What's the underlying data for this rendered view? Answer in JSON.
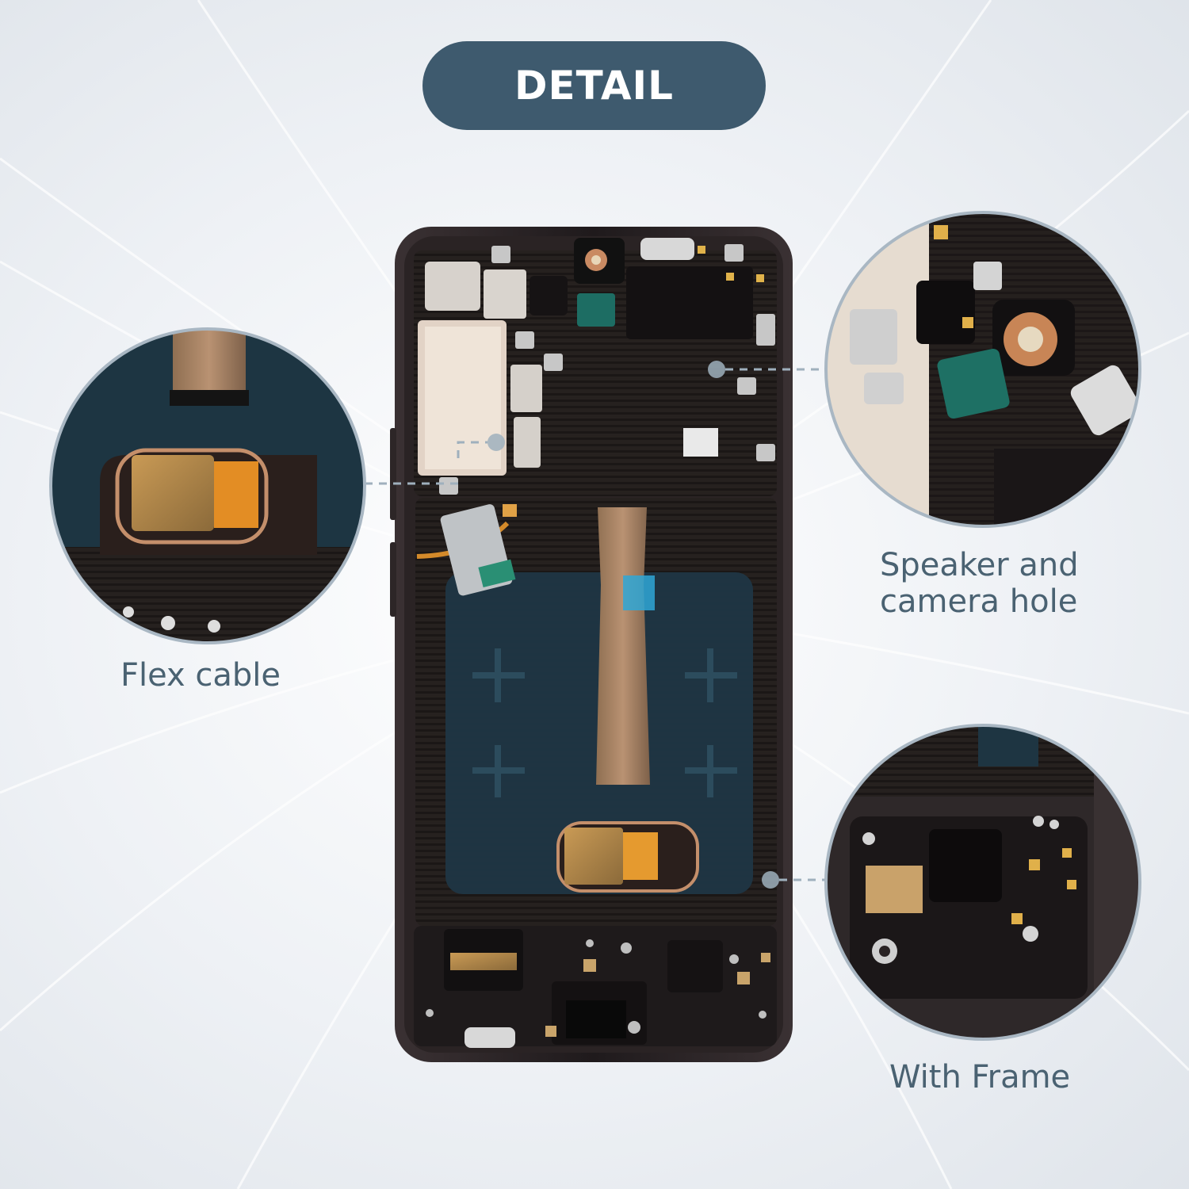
{
  "header": {
    "title": "DETAIL"
  },
  "callouts": {
    "flex_cable": "Flex cable",
    "speaker_camera": [
      "Speaker and",
      "camera hole"
    ],
    "with_frame": "With Frame"
  },
  "colors": {
    "pill": "#3e5a6e",
    "label": "#4a6272",
    "frame": "#2b2426",
    "ring": "#a9b7c3"
  }
}
